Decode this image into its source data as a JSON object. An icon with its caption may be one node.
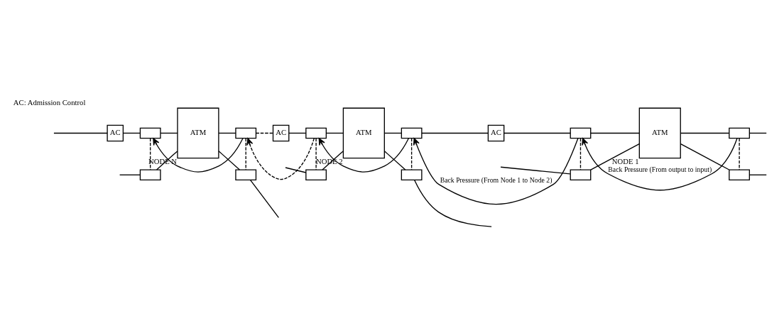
{
  "diagram": {
    "nodes": [
      {
        "text": [
          "AC"
        ]
      },
      {
        "text": [],
        "shape": "box"
      },
      {
        "text": [
          "ATM"
        ],
        "beside": [
          "NODE N"
        ]
      },
      {
        "text": [],
        "shape": "box"
      },
      {
        "text": [],
        "shape": "box"
      },
      {
        "text": [],
        "shape": "box"
      },
      {
        "text": [
          "AC"
        ]
      },
      {
        "text": [],
        "shape": "box"
      },
      {
        "text": [
          "ATM"
        ],
        "beside": [
          "NODE 2"
        ]
      },
      {
        "text": [],
        "shape": "box"
      },
      {
        "text": [],
        "shape": "box"
      },
      {
        "text": [],
        "shape": "box"
      },
      {
        "text": [
          "AC"
        ]
      },
      {
        "text": [],
        "shape": "box"
      },
      {
        "text": [
          "ATM"
        ],
        "beside": [
          "NODE 1"
        ]
      },
      {
        "text": [],
        "shape": "box"
      },
      {
        "text": [],
        "shape": "box"
      },
      {
        "text": [],
        "shape": "box"
      }
    ],
    "edges": [
      {
        "from": null,
        "to": 0,
        "arrow": "none"
      },
      {
        "from": 0,
        "to": 1,
        "arrow": "none"
      },
      {
        "from": 1,
        "to": 2,
        "arrow": "none"
      },
      {
        "from": 2,
        "to": 3,
        "arrow": "none"
      },
      {
        "from": 3,
        "to": 1,
        "arrow": "to"
      },
      {
        "from": null,
        "to": 4,
        "arrow": "none"
      },
      {
        "from": 4,
        "to": 2,
        "arrow": "none"
      },
      {
        "from": 2,
        "to": 5,
        "arrow": "none"
      },
      {
        "from": 5,
        "to": null,
        "arrow": "none"
      },
      {
        "from": 1,
        "to": 4,
        "arrow": "none",
        "style": "dashed"
      },
      {
        "from": 3,
        "to": 5,
        "arrow": "none",
        "style": "dashed"
      },
      {
        "from": 3,
        "to": 6,
        "arrow": "none",
        "style": "dashed"
      },
      {
        "from": 7,
        "to": 3,
        "arrow": "to",
        "style": "dashed"
      },
      {
        "from": 6,
        "to": 7,
        "arrow": "none"
      },
      {
        "from": 7,
        "to": 8,
        "arrow": "none"
      },
      {
        "from": 8,
        "to": 9,
        "arrow": "none"
      },
      {
        "from": 9,
        "to": 7,
        "arrow": "to"
      },
      {
        "from": null,
        "to": 10,
        "arrow": "none"
      },
      {
        "from": 10,
        "to": 8,
        "arrow": "none"
      },
      {
        "from": 8,
        "to": 11,
        "arrow": "none"
      },
      {
        "from": 11,
        "to": null,
        "arrow": "none"
      },
      {
        "from": 7,
        "to": 10,
        "arrow": "none",
        "style": "dashed"
      },
      {
        "from": 9,
        "to": 11,
        "arrow": "none",
        "style": "dashed"
      },
      {
        "from": 9,
        "to": 12,
        "arrow": "none"
      },
      {
        "from": 13,
        "to": 9,
        "arrow": "to",
        "label": "Back Pressure (From Node 1 to Node 2)"
      },
      {
        "from": 12,
        "to": 13,
        "arrow": "none"
      },
      {
        "from": 13,
        "to": 14,
        "arrow": "none"
      },
      {
        "from": 14,
        "to": 15,
        "arrow": "none"
      },
      {
        "from": 15,
        "to": 13,
        "arrow": "to",
        "label": "Back Pressure (From output to input)"
      },
      {
        "from": null,
        "to": 16,
        "arrow": "none"
      },
      {
        "from": 16,
        "to": 14,
        "arrow": "none"
      },
      {
        "from": 14,
        "to": 17,
        "arrow": "none"
      },
      {
        "from": 15,
        "to": null,
        "arrow": "none"
      },
      {
        "from": 17,
        "to": null,
        "arrow": "none"
      },
      {
        "from": 13,
        "to": 16,
        "arrow": "none",
        "style": "dashed"
      },
      {
        "from": 15,
        "to": 17,
        "arrow": "none",
        "style": "dashed"
      }
    ],
    "labels": [
      "AC: Admission Control"
    ]
  }
}
